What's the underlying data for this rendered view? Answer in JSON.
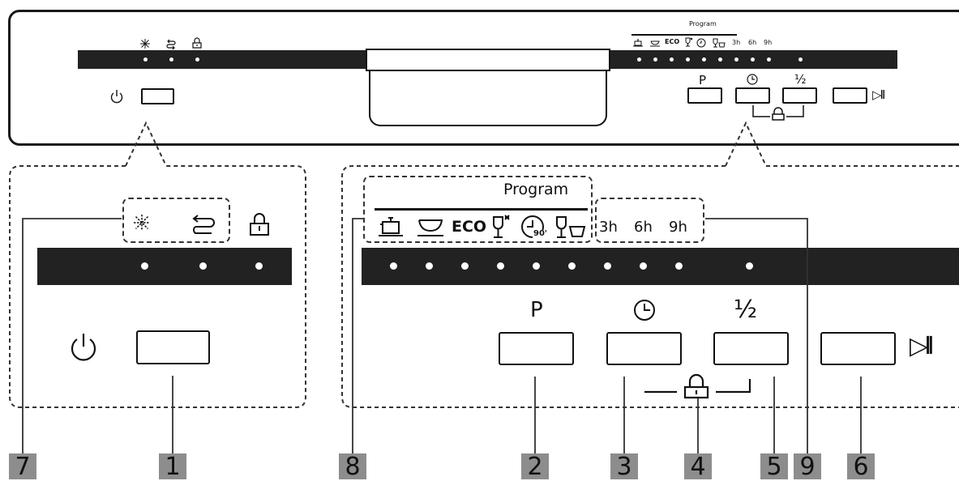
{
  "top_panel": {
    "program_label": "Program",
    "eco_label": "ECO",
    "delay_3h": "3h",
    "delay_6h": "6h",
    "delay_9h": "9h",
    "program_button_label": "P",
    "half_button_label": "½",
    "start_pause_label": "▷II"
  },
  "detail": {
    "program_label": "Program",
    "eco_label": "ECO",
    "delay_3h": "3h",
    "delay_6h": "6h",
    "delay_9h": "9h",
    "program_button_label": "P",
    "half_button_label": "½",
    "start_pause_label": "▷II",
    "rapid_badge": "90'"
  },
  "callouts": [
    "7",
    "1",
    "8",
    "2",
    "3",
    "4",
    "5",
    "9",
    "6"
  ],
  "icons": {
    "indicators": [
      "rinse-aid-icon",
      "salt-refill-icon",
      "child-lock-icon"
    ],
    "programs": [
      "intensive-icon",
      "normal-icon",
      "eco-text",
      "glass-icon",
      "rapid-90-icon",
      "quick-icon"
    ],
    "buttons": [
      "power-icon",
      "program-p",
      "delay-clock-icon",
      "half-load-icon",
      "start-pause-icon"
    ]
  }
}
